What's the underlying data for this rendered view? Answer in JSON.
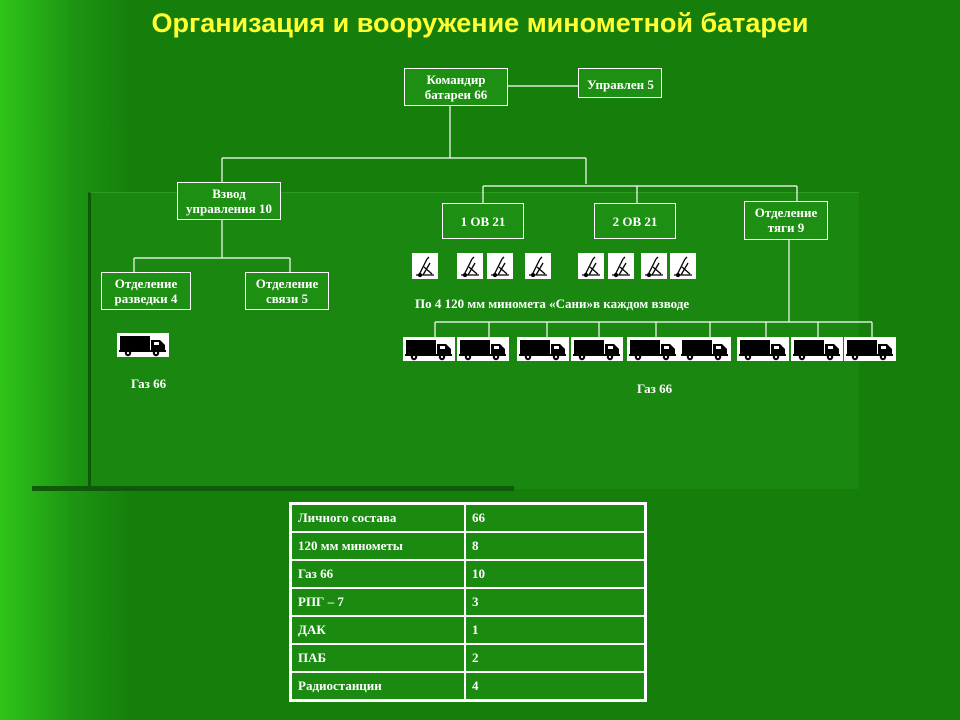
{
  "title": "Организация и вооружение минометной батареи",
  "units": {
    "commander": "Командир\nбатареи 66",
    "control": "Управлен 5",
    "control_platoon": "Взвод\nуправления 10",
    "ov1": "1 ОВ  21",
    "ov2": "2 ОВ  21",
    "traction": "Отделение\nтяги  9",
    "recon": "Отделение\nразведки 4",
    "signal": "Отделение\nсвязи 5"
  },
  "notes": {
    "mortars": "По 4 120 мм минометa «Сани»в каждом взводе",
    "vehicle_left": "Газ 66",
    "vehicle_right": "Газ 66"
  },
  "icons": {
    "mortar": "mortar-icon",
    "truck": "truck-icon",
    "mortar_count": 8,
    "truck_right_count": 9,
    "truck_left_count": 1
  },
  "table": [
    {
      "label": "Личного состава",
      "value": "66"
    },
    {
      "label": "120 мм минометы",
      "value": "8"
    },
    {
      "label": "Газ 66",
      "value": "10"
    },
    {
      "label": "РПГ – 7",
      "value": "3"
    },
    {
      "label": "ДАК",
      "value": "1"
    },
    {
      "label": "ПАБ",
      "value": "2"
    },
    {
      "label": "Радиостанции",
      "value": "4"
    }
  ],
  "colors": {
    "background": "#167f0c",
    "title": "#ffff33",
    "box": "#1d8f13",
    "line": "#ffffff"
  }
}
